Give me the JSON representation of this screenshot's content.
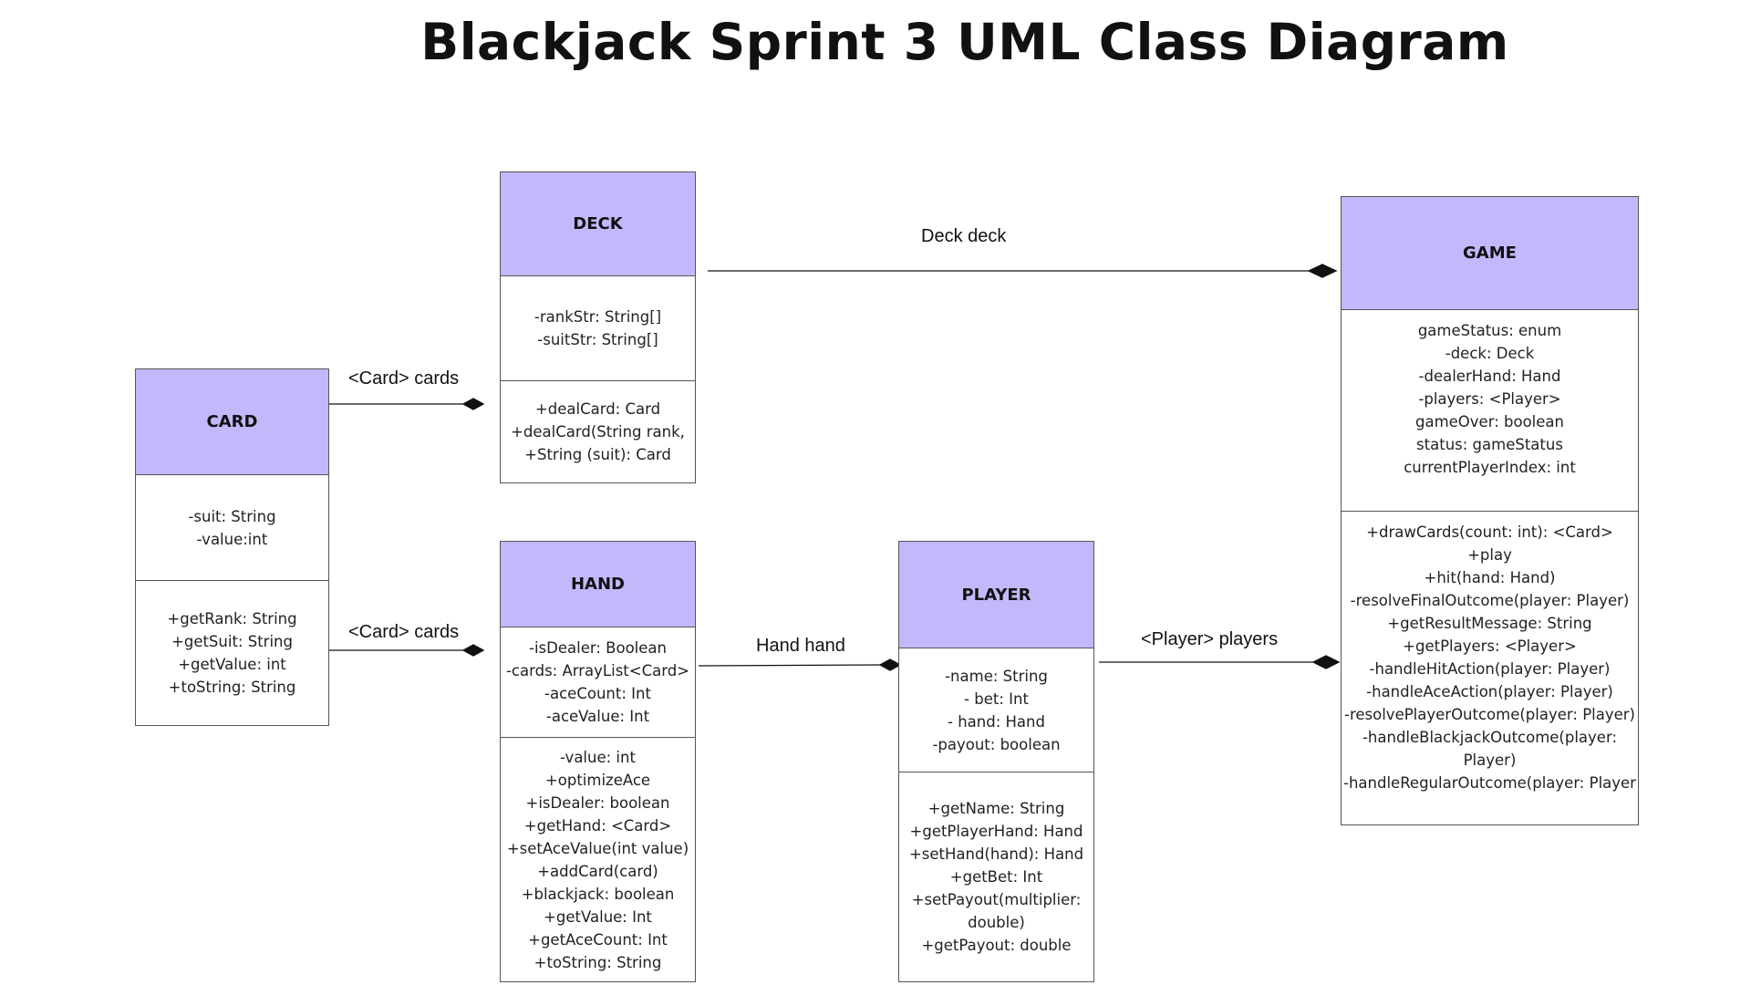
{
  "title": "Blackjack Sprint 3 UML Class Diagram",
  "classes": {
    "card": {
      "name": "CARD",
      "attributes": [
        "-suit: String",
        "-value:int"
      ],
      "methods": [
        "+getRank: String",
        "+getSuit: String",
        "+getValue: int",
        "+toString: String"
      ]
    },
    "deck": {
      "name": "DECK",
      "attributes": [
        "-rankStr: String[]",
        "-suitStr: String[]"
      ],
      "methods": [
        "+dealCard: Card",
        "+dealCard(String rank,",
        "+String (suit): Card"
      ]
    },
    "hand": {
      "name": "HAND",
      "attributes": [
        "-isDealer: Boolean",
        "-cards: ArrayList<Card>",
        "-aceCount: Int",
        "-aceValue: Int"
      ],
      "methods": [
        "-value: int",
        "+optimizeAce",
        "+isDealer: boolean",
        "+getHand: <Card>",
        "+setAceValue(int value)",
        "+addCard(card)",
        "+blackjack: boolean",
        "+getValue: Int",
        "+getAceCount: Int",
        "+toString: String"
      ]
    },
    "player": {
      "name": "PLAYER",
      "attributes": [
        "-name: String",
        "- bet: Int",
        "- hand: Hand",
        "-payout: boolean"
      ],
      "methods": [
        "+getName: String",
        "+getPlayerHand: Hand",
        "+setHand(hand): Hand",
        "+getBet: Int",
        "+setPayout(multiplier:",
        "double)",
        "+getPayout: double"
      ]
    },
    "game": {
      "name": "GAME",
      "attributes": [
        "gameStatus: enum",
        "-deck: Deck",
        "-dealerHand: Hand",
        "-players: <Player>",
        "gameOver: boolean",
        "status: gameStatus",
        "currentPlayerIndex: int"
      ],
      "methods": [
        "+drawCards(count: int): <Card>",
        "+play",
        "+hit(hand: Hand)",
        "-resolveFinalOutcome(player: Player)",
        "+getResultMessage: String",
        "+getPlayers: <Player>",
        "-handleHitAction(player: Player)",
        "-handleAceAction(player: Player)",
        "-resolvePlayerOutcome(player: Player)",
        "-handleBlackjackOutcome(player:",
        "Player)",
        "-handleRegularOutcome(player: Player"
      ]
    }
  },
  "relations": {
    "card_deck": "<Card> cards",
    "card_hand": "<Card> cards",
    "deck_game": "Deck deck",
    "hand_player": "Hand hand",
    "player_game": "<Player> players"
  },
  "colors": {
    "header": "#c4b8fc",
    "border": "#555555",
    "line": "#111111"
  }
}
